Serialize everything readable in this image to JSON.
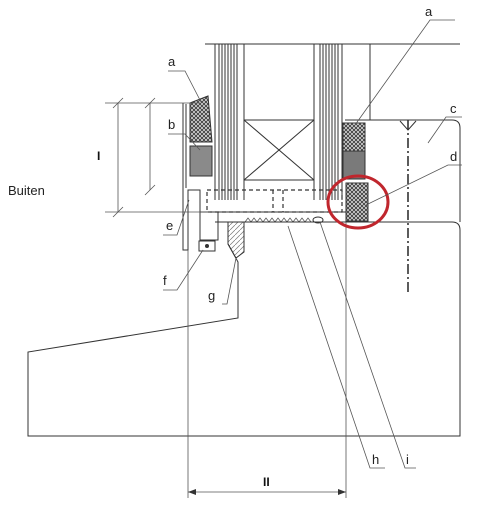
{
  "labels": {
    "buiten": "Buiten",
    "a_top": "a",
    "a_left": "a",
    "b": "b",
    "c": "c",
    "d": "d",
    "e": "e",
    "f": "f",
    "g": "g",
    "h": "h",
    "i": "i",
    "dim_I": "I",
    "dim_II": "II"
  },
  "colors": {
    "highlight_circle": "#c0262d",
    "gasket": "#7a7a7a",
    "seal": "#444444",
    "line": "#333333"
  }
}
